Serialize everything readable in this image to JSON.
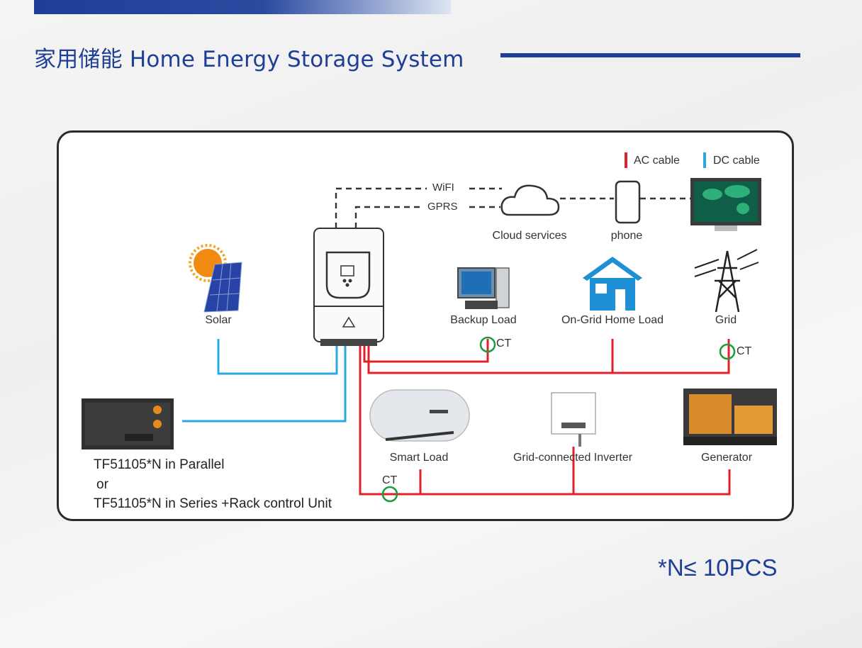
{
  "page": {
    "title": "家用储能  Home Energy Storage System",
    "note": "*N≤ 10PCS"
  },
  "legend": {
    "ac_label": "AC cable",
    "dc_label": "DC cable",
    "ac_color": "#e0202a",
    "dc_color": "#2aa9e0"
  },
  "comms": {
    "wifi": "WiFI",
    "gprs": "GPRS"
  },
  "nodes": {
    "cloud": "Cloud services",
    "phone": "phone",
    "solar": "Solar",
    "backup_load": "Backup Load",
    "on_grid_home_load": "On-Grid Home Load",
    "grid": "Grid",
    "smart_load": "Smart Load",
    "grid_inverter": "Grid-connected Inverter",
    "generator": "Generator"
  },
  "ct_labels": {
    "backup": "CT",
    "grid": "CT",
    "smart": "CT"
  },
  "battery": {
    "line1": "TF51105*N  in Parallel",
    "line2": "or",
    "line3": "TF51105*N in Series +Rack control Unit"
  },
  "icons": [
    "sun-icon",
    "solar-panel-icon",
    "inverter-icon",
    "cloud-icon",
    "phone-icon",
    "monitor-icon",
    "desktop-computer-icon",
    "house-icon",
    "transmission-tower-icon",
    "water-heater-icon",
    "grid-inverter-icon",
    "generator-icon",
    "battery-rack-icon"
  ]
}
